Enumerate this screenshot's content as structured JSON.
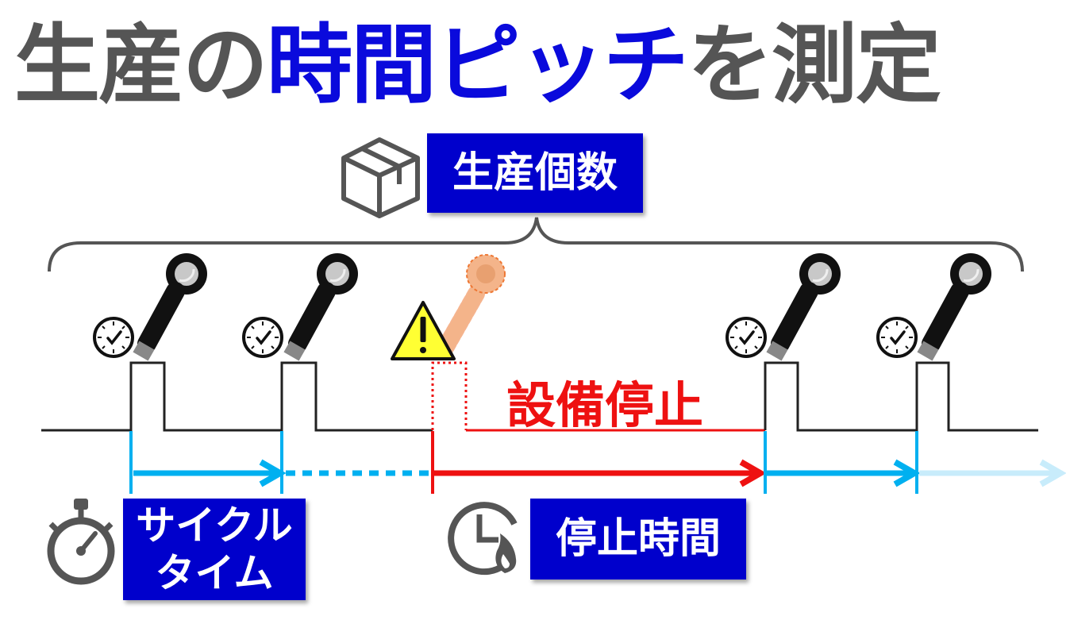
{
  "title": {
    "part1": "生産の",
    "part2": "時間ピッチ",
    "part3": "を測定"
  },
  "labels": {
    "production_count": "生産個数",
    "cycle_time_line1": "サイクル",
    "cycle_time_line2": "タイム",
    "stop_time": "停止時間",
    "equipment_stop": "設備停止"
  },
  "colors": {
    "title_gray": "#555555",
    "title_blue": "#0a0adc",
    "box_blue": "#0000cc",
    "cycle_arrow": "#00b0f0",
    "stop_red": "#ee1111"
  }
}
